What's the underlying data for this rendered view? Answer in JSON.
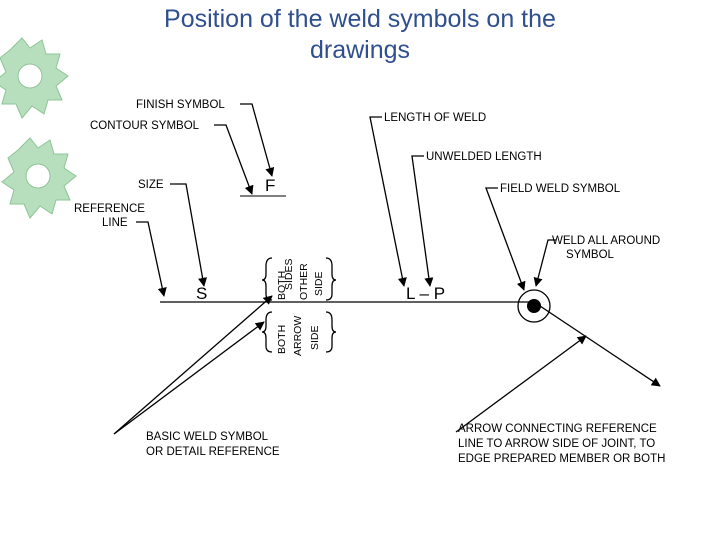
{
  "title": {
    "line1": "Position of the weld symbols on the",
    "line2": "drawings"
  },
  "labels": {
    "finish_symbol": "FINISH SYMBOL",
    "contour_symbol": "CONTOUR SYMBOL",
    "size": "SIZE",
    "reference_line_1": "REFERENCE",
    "reference_line_2": "LINE",
    "length_of_weld": "LENGTH OF WELD",
    "unwelded_length": "UNWELDED LENGTH",
    "field_weld_symbol": "FIELD WELD SYMBOL",
    "weld_all_around_1": "WELD ALL AROUND",
    "weld_all_around_2": "SYMBOL",
    "basic_weld_1": "BASIC WELD SYMBOL",
    "basic_weld_2": "OR DETAIL REFERENCE",
    "arrow_connecting_1": "ARROW CONNECTING REFERENCE",
    "arrow_connecting_2": "LINE TO ARROW SIDE OF JOINT, TO",
    "arrow_connecting_3": "EDGE PREPARED MEMBER OR BOTH"
  },
  "symbols": {
    "finish_letter": "F",
    "size_letter": "S",
    "length_pitch": "L – P"
  },
  "side_labels": {
    "both_sides_top": "BOTH",
    "both_sides_bottom": "SIDES",
    "other_top": "OTHER",
    "other_bottom": "SIDE",
    "arrow_top": "ARROW",
    "arrow_bottom": "SIDE",
    "both_lower_top": "BOTH"
  },
  "colors": {
    "title": "#2f4f8f",
    "gear": "#9fcfa6",
    "ink": "#000000"
  }
}
